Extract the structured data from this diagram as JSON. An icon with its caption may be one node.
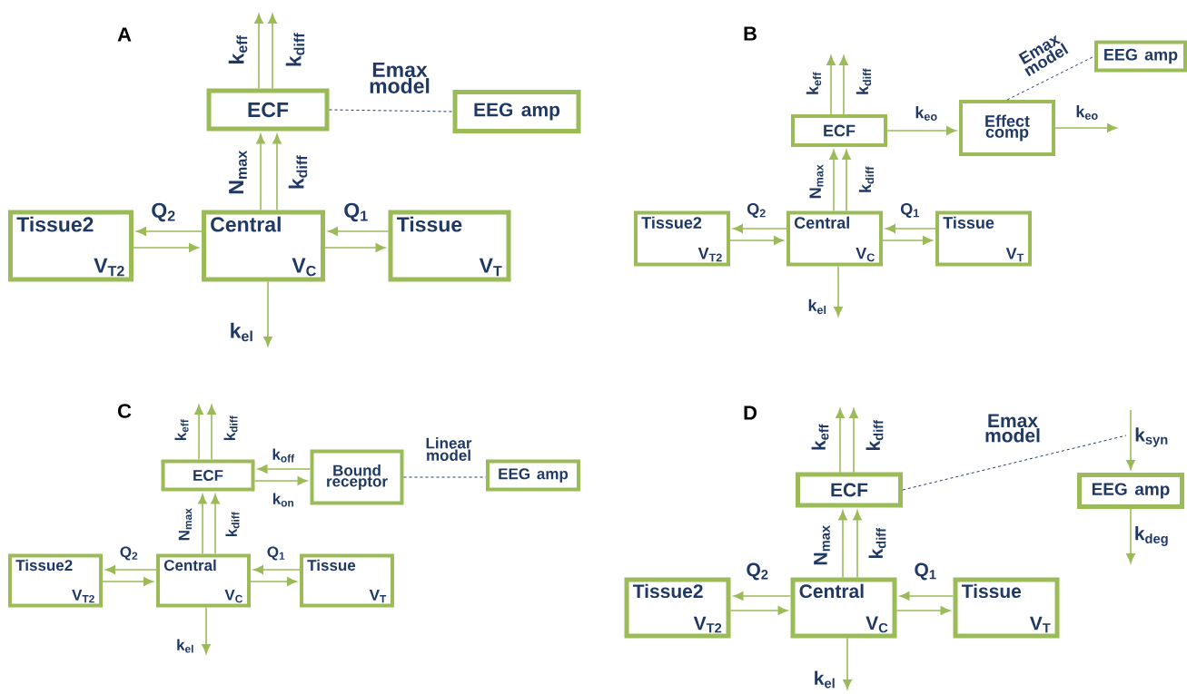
{
  "diagram": {
    "nodes": [
      {
        "text": [
          "ECF"
        ]
      },
      {
        "text": [
          "EEG amp"
        ]
      },
      {
        "text": [
          "Tissue2",
          "V$_{T2}$"
        ]
      },
      {
        "text": [
          "Central",
          "V$_{C}$"
        ]
      },
      {
        "text": [
          "Tissue",
          "V$_{T}$"
        ]
      },
      {
        "text": [
          "ECF"
        ]
      },
      {
        "text": [
          "Effect comp"
        ]
      },
      {
        "text": [
          "EEG amp"
        ]
      },
      {
        "text": [
          "Tissue2",
          "V$_{T2}$"
        ]
      },
      {
        "text": [
          "Central",
          "V$_{C}$"
        ]
      },
      {
        "text": [
          "Tissue",
          "V$_{T}$"
        ]
      },
      {
        "text": [
          "ECF"
        ]
      },
      {
        "text": [
          "Bound receptor"
        ]
      },
      {
        "text": [
          "EEG amp"
        ]
      },
      {
        "text": [
          "Tissue2",
          "V$_{T2}$"
        ]
      },
      {
        "text": [
          "Central",
          "V$_{C}$"
        ]
      },
      {
        "text": [
          "Tissue",
          "V$_{T}$"
        ]
      },
      {
        "text": [
          "ECF"
        ]
      },
      {
        "text": [
          "EEG amp"
        ]
      },
      {
        "text": [
          "Tissue2",
          "V$_{T2}$"
        ]
      },
      {
        "text": [
          "Central",
          "V$_{C}$"
        ]
      },
      {
        "text": [
          "Tissue",
          "V$_{T}$"
        ]
      }
    ],
    "edges": [
      {
        "from": 0,
        "to": null,
        "arrow": "to",
        "label": "k$_{eff}$"
      },
      {
        "from": 0,
        "to": null,
        "arrow": "to",
        "label": "k$_{diff}$"
      },
      {
        "from": 0,
        "to": 1,
        "arrow": "none",
        "label": "Emax model",
        "style": "dashed",
        "color": "#1f3864"
      },
      {
        "from": 3,
        "to": 0,
        "arrow": "to",
        "label": "N$_{max}$"
      },
      {
        "from": 3,
        "to": 0,
        "arrow": "to",
        "label": "k$_{diff}$"
      },
      {
        "from": 3,
        "to": 2,
        "arrow": "to",
        "label": "Q$_{2}$"
      },
      {
        "from": 2,
        "to": 3,
        "arrow": "to"
      },
      {
        "from": 4,
        "to": 3,
        "arrow": "to",
        "label": "Q$_{1}$"
      },
      {
        "from": 3,
        "to": 4,
        "arrow": "to"
      },
      {
        "from": 3,
        "to": null,
        "arrow": "to",
        "label": "k$_{el}$"
      },
      {
        "from": 5,
        "to": null,
        "arrow": "to",
        "label": "k$_{eff}$"
      },
      {
        "from": 5,
        "to": null,
        "arrow": "to",
        "label": "k$_{diff}$"
      },
      {
        "from": 5,
        "to": 6,
        "arrow": "to",
        "label": "k$_{eo}$"
      },
      {
        "from": 6,
        "to": null,
        "arrow": "to",
        "label": "k$_{eo}$"
      },
      {
        "from": 6,
        "to": 7,
        "arrow": "none",
        "label": "Emax model",
        "style": "dashed",
        "color": "#1f3864"
      },
      {
        "from": 9,
        "to": 5,
        "arrow": "to",
        "label": "N$_{max}$"
      },
      {
        "from": 9,
        "to": 5,
        "arrow": "to",
        "label": "k$_{diff}$"
      },
      {
        "from": 9,
        "to": 8,
        "arrow": "to",
        "label": "Q$_{2}$"
      },
      {
        "from": 8,
        "to": 9,
        "arrow": "to"
      },
      {
        "from": 10,
        "to": 9,
        "arrow": "to",
        "label": "Q$_{1}$"
      },
      {
        "from": 9,
        "to": 10,
        "arrow": "to"
      },
      {
        "from": 9,
        "to": null,
        "arrow": "to",
        "label": "k$_{el}$"
      },
      {
        "from": 11,
        "to": null,
        "arrow": "to",
        "label": "k$_{eff}$"
      },
      {
        "from": 11,
        "to": null,
        "arrow": "to",
        "label": "k$_{diff}$"
      },
      {
        "from": 12,
        "to": 11,
        "arrow": "to",
        "label": "k$_{off}$"
      },
      {
        "from": 11,
        "to": 12,
        "arrow": "to",
        "label": "k$_{on}$"
      },
      {
        "from": 12,
        "to": 13,
        "arrow": "none",
        "label": "Linear model",
        "style": "dashed",
        "color": "#1f3864"
      },
      {
        "from": 15,
        "to": 11,
        "arrow": "to",
        "label": "N$_{max}$"
      },
      {
        "from": 15,
        "to": 11,
        "arrow": "to",
        "label": "k$_{diff}$"
      },
      {
        "from": 15,
        "to": 14,
        "arrow": "to",
        "label": "Q$_{2}$"
      },
      {
        "from": 14,
        "to": 15,
        "arrow": "to"
      },
      {
        "from": 16,
        "to": 15,
        "arrow": "to",
        "label": "Q$_{1}$"
      },
      {
        "from": 15,
        "to": 16,
        "arrow": "to"
      },
      {
        "from": 15,
        "to": null,
        "arrow": "to",
        "label": "k$_{el}$"
      },
      {
        "from": 17,
        "to": null,
        "arrow": "to",
        "label": "k$_{eff}$"
      },
      {
        "from": 17,
        "to": null,
        "arrow": "to",
        "label": "k$_{diff}$"
      },
      {
        "from": 17,
        "to": null,
        "arrow": "none",
        "label": "Emax model",
        "style": "dashed",
        "color": "#1f3864"
      },
      {
        "from": null,
        "to": 18,
        "arrow": "to",
        "label": "k$_{syn}$"
      },
      {
        "from": 18,
        "to": null,
        "arrow": "to",
        "label": "k$_{deg}$"
      },
      {
        "from": 20,
        "to": 17,
        "arrow": "to",
        "label": "N$_{max}$"
      },
      {
        "from": 20,
        "to": 17,
        "arrow": "to",
        "label": "k$_{diff}$"
      },
      {
        "from": 20,
        "to": 19,
        "arrow": "to",
        "label": "Q$_{2}$"
      },
      {
        "from": 19,
        "to": 20,
        "arrow": "to"
      },
      {
        "from": 21,
        "to": 20,
        "arrow": "to",
        "label": "Q$_{1}$"
      },
      {
        "from": 20,
        "to": 21,
        "arrow": "to"
      },
      {
        "from": 20,
        "to": null,
        "arrow": "to",
        "label": "k$_{el}$"
      }
    ],
    "labels": [
      "A",
      "B",
      "C",
      "D"
    ]
  }
}
